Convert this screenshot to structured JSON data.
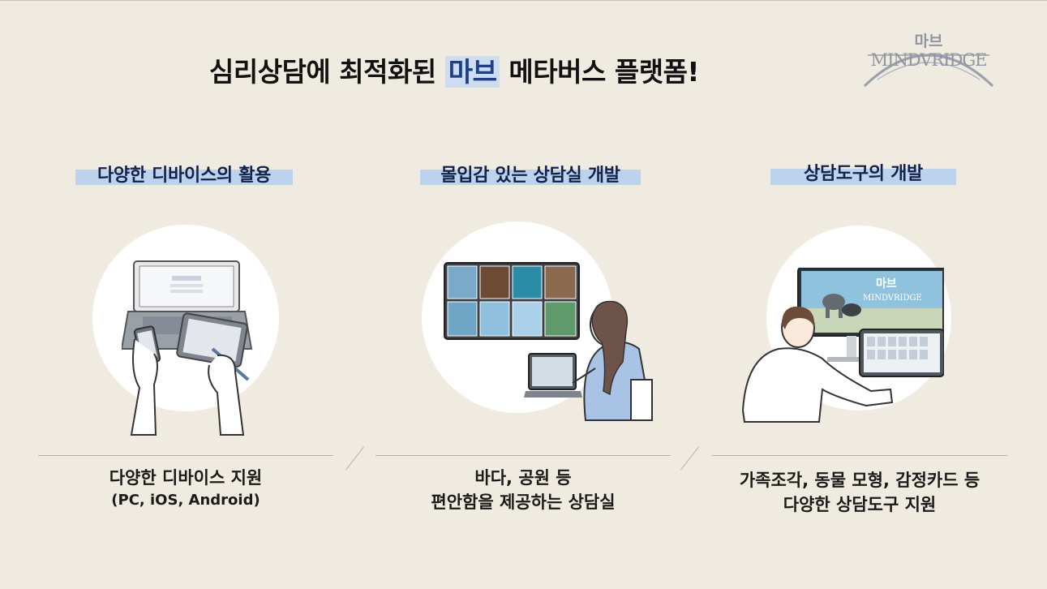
{
  "headline": {
    "before": "심리상담에 최적화된 ",
    "highlight": "마브",
    "after": " 메타버스 플랫폼!"
  },
  "logo": {
    "korean": "마브",
    "english": "MINDVRIDGE"
  },
  "colors": {
    "background": "#f0ebe0",
    "highlight_bar": "#bcd3ee",
    "accent_text": "#1f3f86"
  },
  "features": [
    {
      "label": "다양한 디바이스의 활용",
      "illustration": "laptop-phone-tablet-illustration",
      "desc_line1": "다양한 디바이스 지원",
      "desc_line2": "(PC, iOS, Android)"
    },
    {
      "label": "몰입감 있는 상담실 개발",
      "illustration": "vr-room-selection-illustration",
      "desc_line1": "바다, 공원 등",
      "desc_line2": "편안함을 제공하는 상담실"
    },
    {
      "label": "상담도구의 개발",
      "illustration": "counseling-tools-illustration",
      "desc_line1": "가족조각, 동물 모형, 감정카드 등",
      "desc_line2": "다양한 상담도구 지원"
    }
  ]
}
